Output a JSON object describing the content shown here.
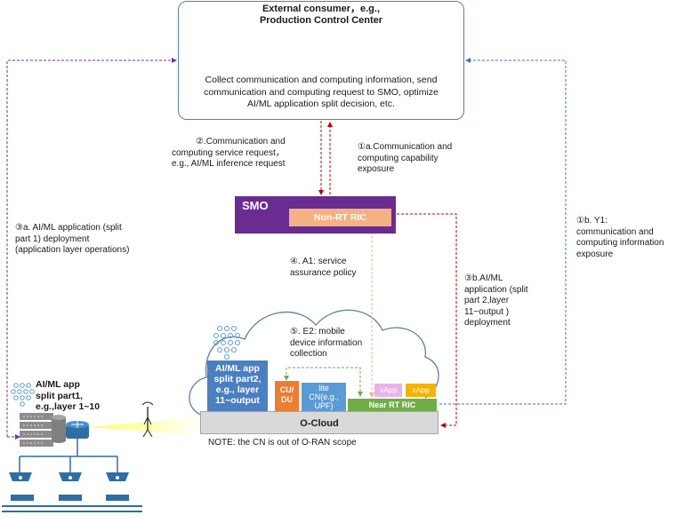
{
  "consumer": {
    "title_line1": "External consumer，e.g.,",
    "title_line2": "Production Control Center",
    "desc_line1": "Collect communication and computing information, send",
    "desc_line2": "communication and computing request to SMO, optimize",
    "desc_line3": "AI/ML application split decision, etc."
  },
  "labels": {
    "step2_line1": "②.Communication and",
    "step2_line2": "computing service request，",
    "step2_line3": "e.g., AI/ML inference request",
    "step1a_line1": "①a.Communication and",
    "step1a_line2": "computing capability",
    "step1a_line3": "exposure",
    "step1b_line1": "①b. Y1:",
    "step1b_line2": "communication and",
    "step1b_line3": "computing information",
    "step1b_line4": "exposure",
    "step3a_line1": "③a. AI/ML application (split",
    "step3a_line2": "part 1) deployment",
    "step3a_line3": "(application layer operations)",
    "step4_line1": "④. A1: service",
    "step4_line2": "assurance policy",
    "step3b_line1": "③b.AI/ML",
    "step3b_line2": "application (split",
    "step3b_line3": "part 2,layer",
    "step3b_line4": "11~output )",
    "step3b_line5": "deployment",
    "step5_line1": "⑤. E2: mobile",
    "step5_line2": "device information",
    "step5_line3": "collection"
  },
  "smo": {
    "label": "SMO",
    "ric": "Non-RT RIC"
  },
  "ocloud": {
    "label": "O-Cloud",
    "aiml_line1": "AI/ML app",
    "aiml_line2": "split part2,",
    "aiml_line3": "e.g., layer",
    "aiml_line4": "11~output",
    "cudu_line1": "CU/",
    "cudu_line2": "DU",
    "cn_line1": "lite",
    "cn_line2": "CN(e.g.,",
    "cn_line3": "UPF)",
    "near_ric": "Near RT RIC",
    "xapp1": "xApp",
    "xapp2": "xApp"
  },
  "device": {
    "line1": "AI/ML app",
    "line2": "split part1,",
    "line3": "e.g.,layer 1~10"
  },
  "note": "NOTE: the CN is out of O-RAN scope",
  "colors": {
    "smo": "#6b2c91",
    "non_rt_ric": "#f4b183",
    "aiml_part2": "#4a7fc1",
    "cu_du": "#ed7d31",
    "lite_cn": "#5b9bd5",
    "near_rt_ric": "#70ad47",
    "xapp_pink": "#e9b3e8",
    "xapp_yellow": "#f4b400",
    "arrow_red": "#c00000",
    "arrow_purple": "#7030a0",
    "arrow_blue": "#4472c4",
    "arrow_orange": "#f4b183",
    "arrow_green": "#70ad47"
  }
}
